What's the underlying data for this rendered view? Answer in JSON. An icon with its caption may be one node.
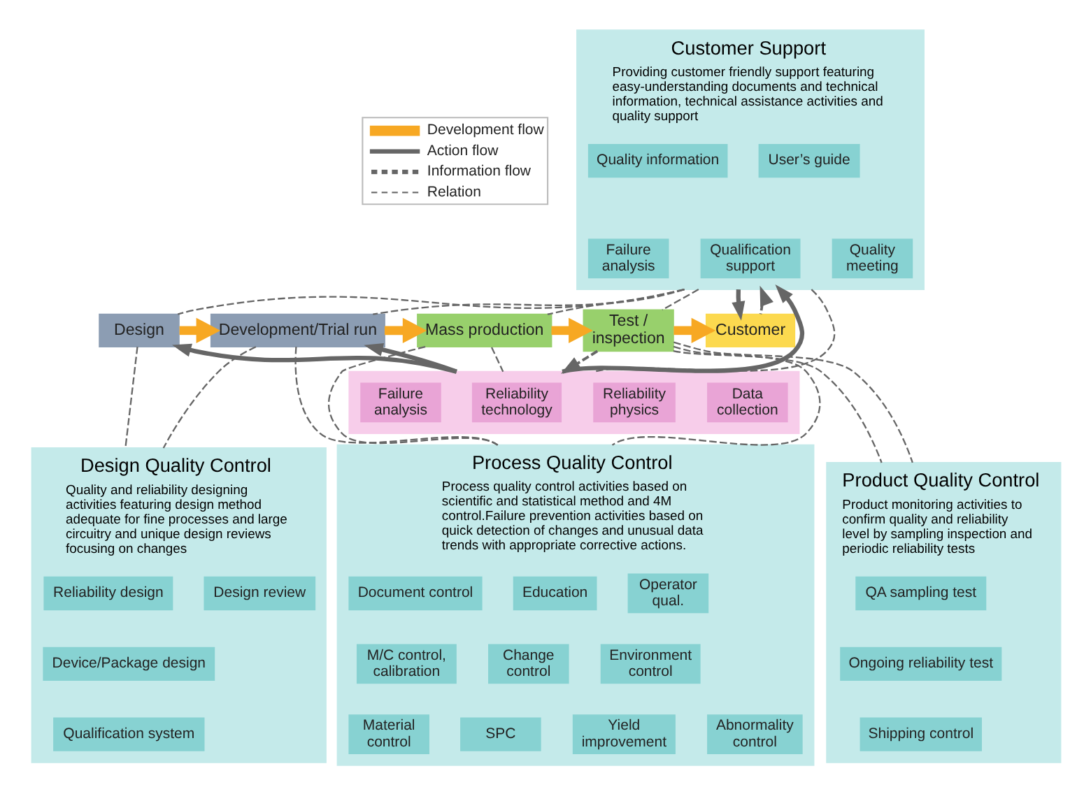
{
  "diagram": {
    "nodes": [
      {
        "text": [
          "Customer Support",
          "Providing customer friendly support featuring easy-understanding documents and technical information, technical assistance activities and quality support"
        ]
      },
      {
        "text": [
          "Quality information"
        ],
        "in": 0
      },
      {
        "text": [
          "User’s guide"
        ],
        "in": 0
      },
      {
        "text": [
          "Failure analysis"
        ],
        "in": 0
      },
      {
        "text": [
          "Qualification support"
        ],
        "in": 0
      },
      {
        "text": [
          "Quality meeting"
        ],
        "in": 0
      },
      {
        "text": [
          "Design"
        ]
      },
      {
        "text": [
          "Development/Trial run"
        ]
      },
      {
        "text": [
          "Mass production"
        ]
      },
      {
        "text": [
          "Test / inspection"
        ]
      },
      {
        "text": [
          "Customer"
        ]
      },
      {
        "text": [],
        "shape": "box"
      },
      {
        "text": [
          "Failure analysis"
        ],
        "in": 11
      },
      {
        "text": [
          "Reliability technology"
        ],
        "in": 11
      },
      {
        "text": [
          "Reliability physics"
        ],
        "in": 11
      },
      {
        "text": [
          "Data collection"
        ],
        "in": 11
      },
      {
        "text": [
          "Design Quality Control",
          "Quality and reliability designing activities featuring design method adequate for fine processes and large circuitry and unique design reviews focusing on changes"
        ]
      },
      {
        "text": [
          "Reliability design"
        ],
        "in": 16
      },
      {
        "text": [
          "Design review"
        ],
        "in": 16
      },
      {
        "text": [
          "Device/Package design"
        ],
        "in": 16
      },
      {
        "text": [
          "Qualification system"
        ],
        "in": 16
      },
      {
        "text": [
          "Process Quality Control",
          "Process quality control activities based on scientific and statistical method and 4M control.Failure prevention activities based on quick detection of changes and unusual data trends with appropriate corrective actions."
        ]
      },
      {
        "text": [
          "Document control"
        ],
        "in": 21
      },
      {
        "text": [
          "Education"
        ],
        "in": 21
      },
      {
        "text": [
          "Operator qual."
        ],
        "in": 21
      },
      {
        "text": [
          "M/C control, calibration"
        ],
        "in": 21
      },
      {
        "text": [
          "Change control"
        ],
        "in": 21
      },
      {
        "text": [
          "Environment control"
        ],
        "in": 21
      },
      {
        "text": [
          "Material control"
        ],
        "in": 21
      },
      {
        "text": [
          "SPC"
        ],
        "in": 21
      },
      {
        "text": [
          "Yield improvement"
        ],
        "in": 21
      },
      {
        "text": [
          "Abnormality control"
        ],
        "in": 21
      },
      {
        "text": [
          "Product Quality Control",
          "Product monitoring activities to confirm quality and reliability level by sampling inspection and periodic reliability tests"
        ]
      },
      {
        "text": [
          "QA sampling test"
        ],
        "in": 32
      },
      {
        "text": [
          "Ongoing reliability test"
        ],
        "in": 32
      },
      {
        "text": [
          "Shipping control"
        ],
        "in": 32
      }
    ],
    "edges": [
      {
        "from": 6,
        "to": 7,
        "arrow": "to",
        "style": "thick",
        "color": "#f7a823"
      },
      {
        "from": 7,
        "to": 8,
        "arrow": "to",
        "style": "thick",
        "color": "#f7a823"
      },
      {
        "from": 8,
        "to": 9,
        "arrow": "to",
        "style": "thick",
        "color": "#f7a823"
      },
      {
        "from": 9,
        "to": 10,
        "arrow": "to",
        "style": "thick",
        "color": "#f7a823"
      },
      {
        "from": 0,
        "to": 10,
        "arrow": "to",
        "style": "thick"
      },
      {
        "from": 10,
        "to": 0,
        "arrow": "to",
        "style": "dashed"
      },
      {
        "from": 11,
        "to": 0,
        "arrow": "to",
        "style": "thick"
      },
      {
        "from": 11,
        "to": 6,
        "arrow": "to",
        "style": "thick"
      },
      {
        "from": 11,
        "to": 7,
        "arrow": "to",
        "style": "thick"
      },
      {
        "from": 9,
        "to": 11,
        "arrow": "to",
        "style": "dashed"
      },
      {
        "from": 0,
        "to": 6,
        "arrow": "none",
        "style": "dashed"
      },
      {
        "from": 0,
        "to": 7,
        "arrow": "none",
        "style": "dashed"
      },
      {
        "from": 0,
        "to": 11,
        "arrow": "none",
        "style": "dashed"
      },
      {
        "from": 0,
        "to": 8,
        "arrow": "none",
        "style": "dashed"
      },
      {
        "from": 0,
        "to": 9,
        "arrow": "none",
        "style": "dashed"
      },
      {
        "from": 6,
        "to": 16,
        "arrow": "none",
        "style": "dashed"
      },
      {
        "from": 7,
        "to": 16,
        "arrow": "none",
        "style": "dashed"
      },
      {
        "from": 7,
        "to": 21,
        "arrow": "none",
        "style": "dashed"
      },
      {
        "from": 8,
        "to": 11,
        "arrow": "none",
        "style": "dashed"
      },
      {
        "from": 8,
        "to": 21,
        "arrow": "none",
        "style": "dashed"
      },
      {
        "from": 9,
        "to": 21,
        "arrow": "none",
        "style": "dashed"
      },
      {
        "from": 9,
        "to": 32,
        "arrow": "none",
        "style": "dashed"
      },
      {
        "from": 9,
        "to": 32,
        "arrow": "none",
        "style": "dashed"
      }
    ],
    "legend": [
      {
        "text": "Development flow"
      },
      {
        "text": "Action flow"
      },
      {
        "text": "Information flow"
      },
      {
        "text": "Relation"
      }
    ]
  }
}
